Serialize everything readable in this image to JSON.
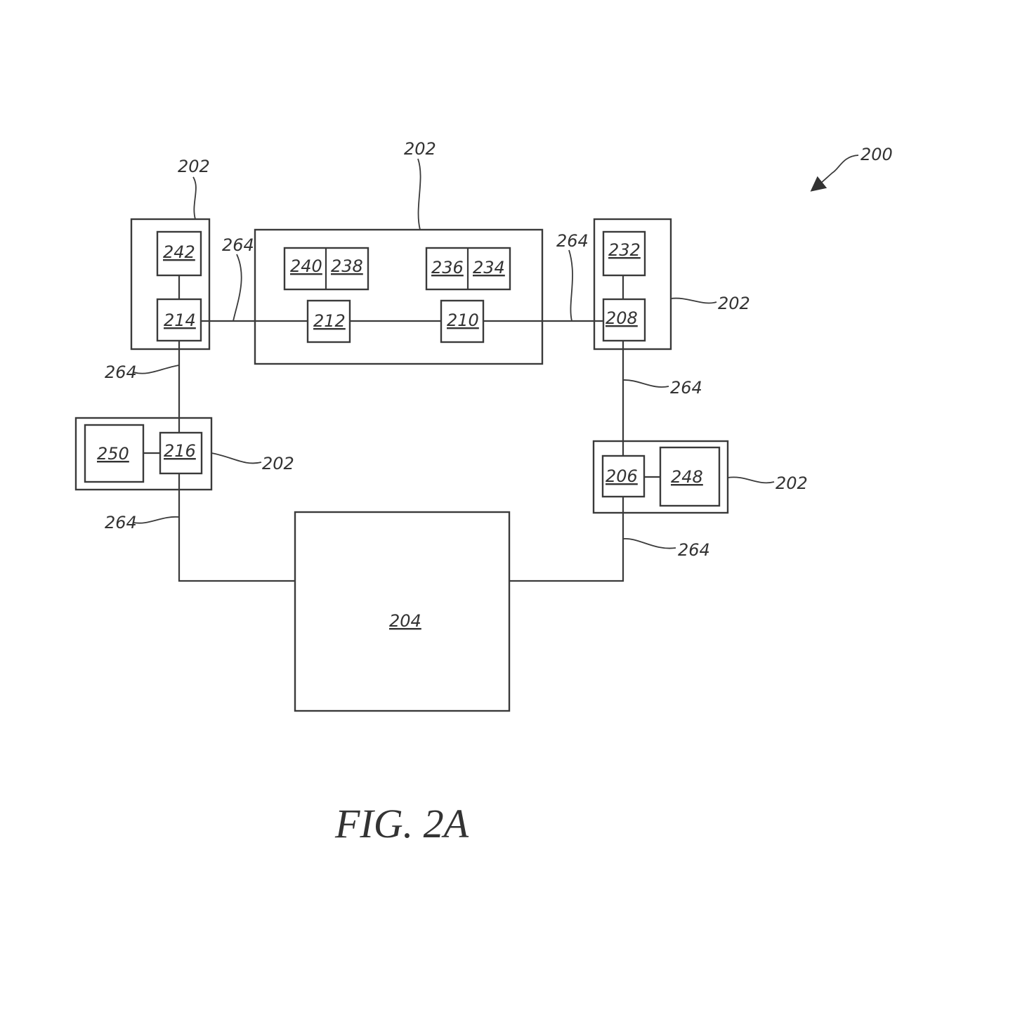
{
  "figure": {
    "caption": "FIG. 2A",
    "ref_system": "200",
    "ref_module": "202",
    "ref_link": "264",
    "components": {
      "c204": "204",
      "c206": "206",
      "c208": "208",
      "c210": "210",
      "c212": "212",
      "c214": "214",
      "c216": "216",
      "c232": "232",
      "c234": "234",
      "c236": "236",
      "c238": "238",
      "c240": "240",
      "c242": "242",
      "c248": "248",
      "c250": "250"
    }
  }
}
